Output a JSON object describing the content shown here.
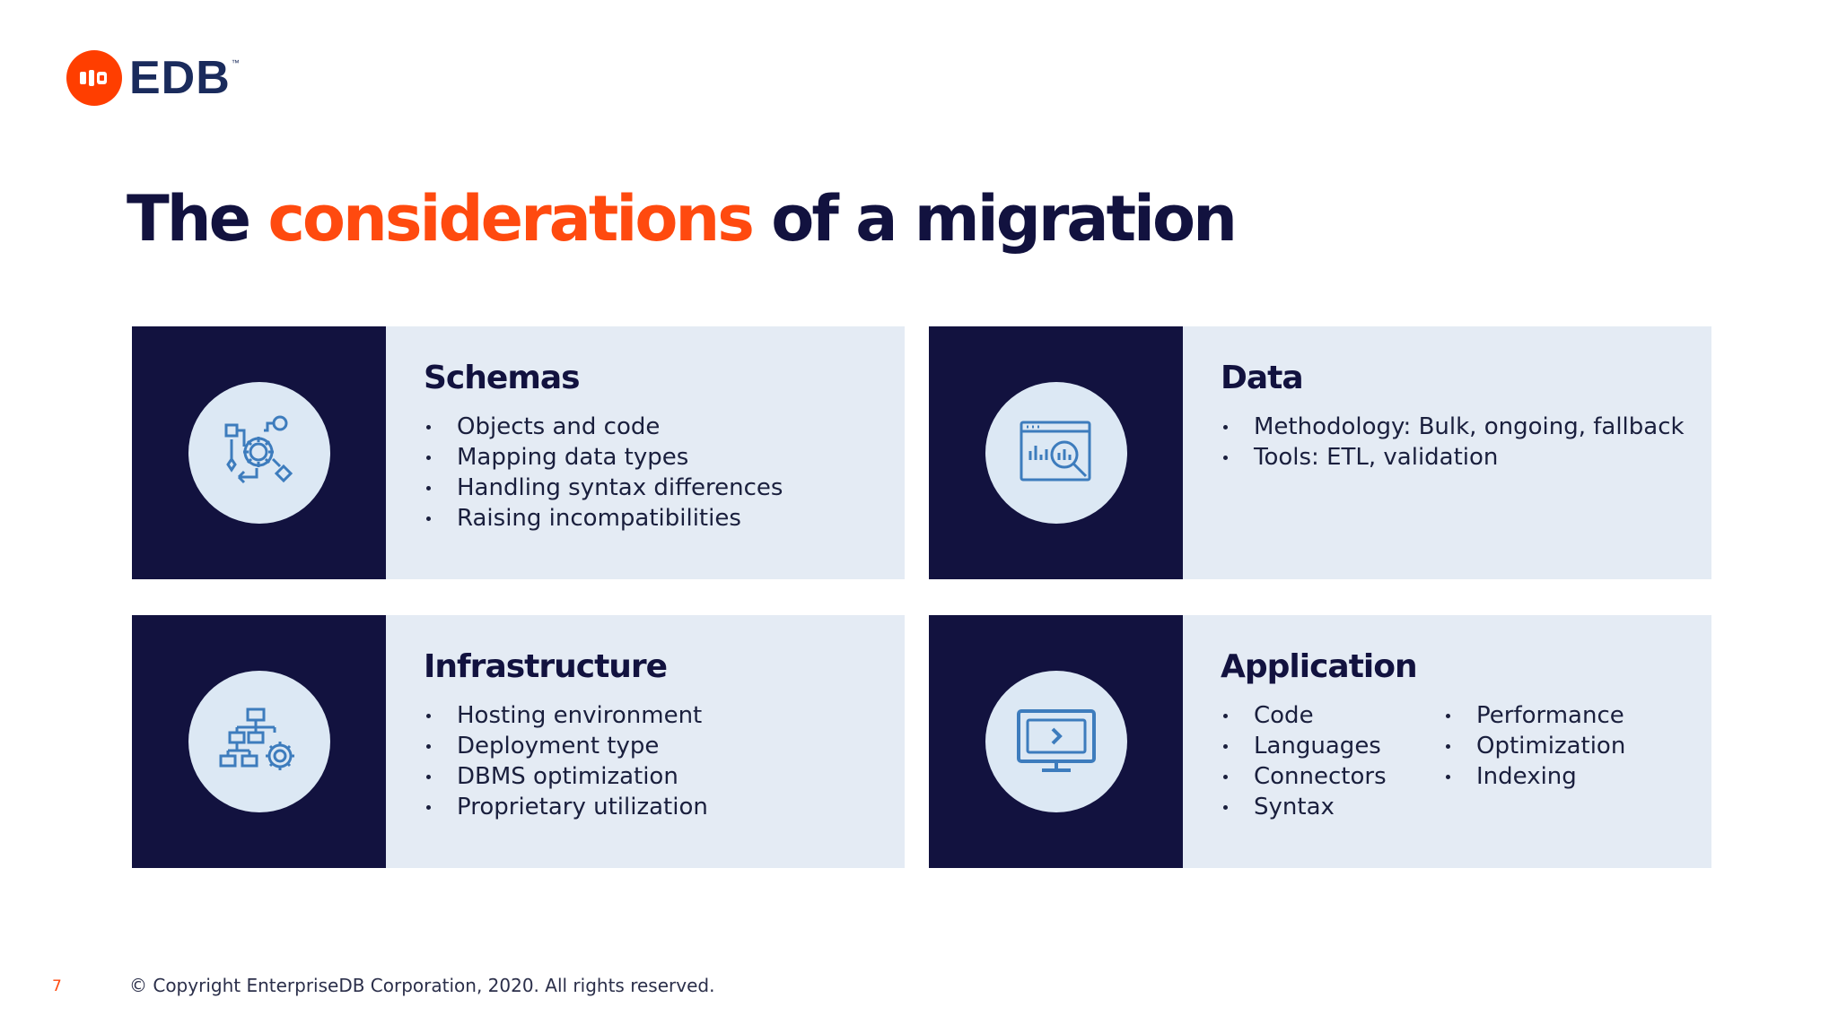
{
  "logo": {
    "text": "EDB",
    "tm": "™",
    "brand_color": "#ff3e00"
  },
  "title": {
    "part1": "The ",
    "accent": "considerations",
    "part2": " of a migration",
    "accent_color": "#ff4a0f",
    "color": "#12123f"
  },
  "cards": {
    "schemas": {
      "title": "Schemas",
      "icon": "schema-gear-flow-icon",
      "items": [
        "Objects and code",
        "Mapping data types",
        "Handling syntax differences",
        "Raising incompatibilities"
      ]
    },
    "data": {
      "title": "Data",
      "icon": "data-analytics-magnifier-icon",
      "items": [
        "Methodology: Bulk, ongoing, fallback",
        "Tools: ETL, validation"
      ]
    },
    "infrastructure": {
      "title": "Infrastructure",
      "icon": "hierarchy-gear-icon",
      "items": [
        "Hosting environment",
        "Deployment type",
        "DBMS optimization",
        "Proprietary utilization"
      ]
    },
    "application": {
      "title": "Application",
      "icon": "monitor-chevron-icon",
      "items_col1": [
        "Code",
        "Languages",
        "Connectors",
        "Syntax"
      ],
      "items_col2": [
        "Performance",
        "Optimization",
        "Indexing"
      ]
    }
  },
  "footer": {
    "page_number": "7",
    "copyright": "© Copyright EnterpriseDB Corporation, 2020. All rights reserved."
  },
  "colors": {
    "navy": "#12123f",
    "card_bg": "#e4ebf4",
    "icon_circle": "#dce8f4",
    "icon_stroke": "#3d7cbd"
  }
}
